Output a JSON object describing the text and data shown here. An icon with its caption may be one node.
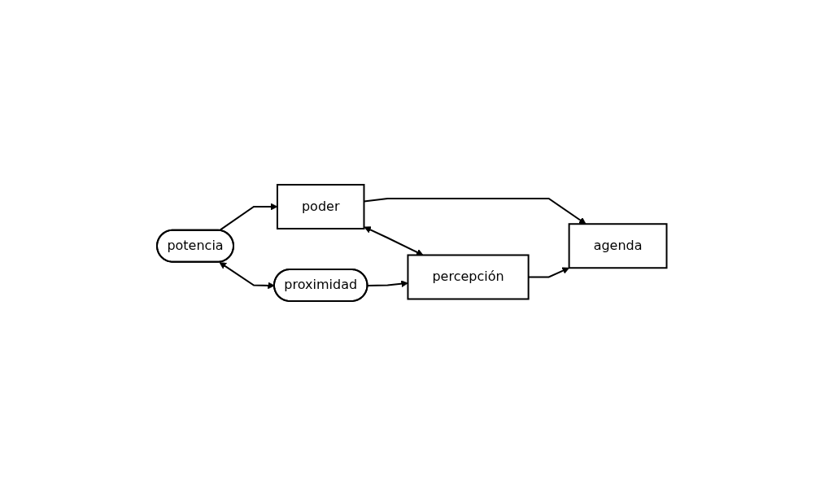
{
  "diagram": {
    "nodes": [
      {
        "text": [
          "poder"
        ]
      },
      {
        "text": [
          "potencia"
        ]
      },
      {
        "text": [
          "agenda"
        ]
      },
      {
        "text": [
          "proximidad"
        ]
      },
      {
        "text": [
          "percepción"
        ]
      }
    ],
    "edges": [
      {
        "from": 0,
        "to": 2,
        "arrow": "to"
      },
      {
        "from": 1,
        "to": 0,
        "arrow": "to"
      },
      {
        "from": 1,
        "to": 3,
        "arrow": "both"
      },
      {
        "from": 0,
        "to": 4,
        "arrow": "both"
      },
      {
        "from": 3,
        "to": 4,
        "arrow": "to"
      },
      {
        "from": 4,
        "to": 2,
        "arrow": "to"
      }
    ]
  }
}
